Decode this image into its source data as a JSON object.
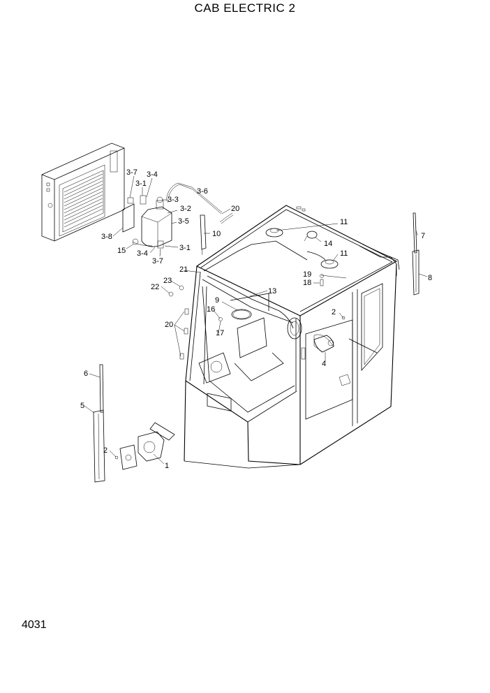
{
  "title": "CAB ELECTRIC 2",
  "page_number": "4031",
  "labels": [
    {
      "id": "3-7a",
      "text": "3-7"
    },
    {
      "id": "3-4a",
      "text": "3-4"
    },
    {
      "id": "3-1a",
      "text": "3-1"
    },
    {
      "id": "3-6",
      "text": "3-6"
    },
    {
      "id": "3-3",
      "text": "3-3"
    },
    {
      "id": "3-2",
      "text": "3-2"
    },
    {
      "id": "20a",
      "text": "20"
    },
    {
      "id": "3-5",
      "text": "3-5"
    },
    {
      "id": "10",
      "text": "10"
    },
    {
      "id": "3-8",
      "text": "3-8"
    },
    {
      "id": "15",
      "text": "15"
    },
    {
      "id": "3-4b",
      "text": "3-4"
    },
    {
      "id": "3-1b",
      "text": "3-1"
    },
    {
      "id": "3-7b",
      "text": "3-7"
    },
    {
      "id": "11a",
      "text": "11"
    },
    {
      "id": "14",
      "text": "14"
    },
    {
      "id": "11b",
      "text": "11"
    },
    {
      "id": "7",
      "text": "7"
    },
    {
      "id": "8",
      "text": "8"
    },
    {
      "id": "19",
      "text": "19"
    },
    {
      "id": "18",
      "text": "18"
    },
    {
      "id": "21",
      "text": "21"
    },
    {
      "id": "23",
      "text": "23"
    },
    {
      "id": "22",
      "text": "22"
    },
    {
      "id": "13",
      "text": "13"
    },
    {
      "id": "9",
      "text": "9"
    },
    {
      "id": "16",
      "text": "16"
    },
    {
      "id": "17",
      "text": "17"
    },
    {
      "id": "20b",
      "text": "20"
    },
    {
      "id": "2a",
      "text": "2"
    },
    {
      "id": "4",
      "text": "4"
    },
    {
      "id": "6",
      "text": "6"
    },
    {
      "id": "5",
      "text": "5"
    },
    {
      "id": "2b",
      "text": "2"
    },
    {
      "id": "1",
      "text": "1"
    }
  ]
}
